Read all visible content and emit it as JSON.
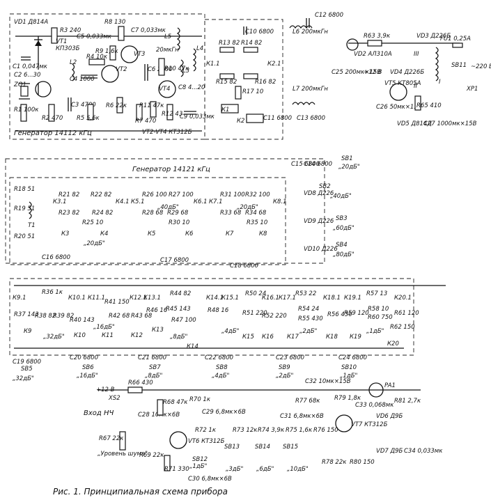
{
  "caption": "Рис. 1. Принципиальная схема прибора",
  "blocks": {
    "gen1": "Генератор 14112 кГц",
    "gen2": "Генератор 14121 кГц"
  },
  "input": {
    "label": "Вход НЧ",
    "connector": "XS2",
    "level_knob": "R67 22к",
    "level_label": "„Уровень шума\""
  },
  "power": {
    "fuse": "FU1 0,25А",
    "switch": "SB11",
    "plug": "XP1",
    "mains": "~220 В",
    "supply": "+12 В"
  },
  "meter": "PA1",
  "attenuator_switches": [
    {
      "id": "SB1",
      "label": "„20дБ\""
    },
    {
      "id": "SB2",
      "label": "„40дБ\""
    },
    {
      "id": "SB3",
      "label": "„60дБ\""
    },
    {
      "id": "SB4",
      "label": "„80дБ\""
    },
    {
      "id": "SB5",
      "label": "„32дБ\""
    },
    {
      "id": "SB6",
      "label": "„16дБ\""
    },
    {
      "id": "SB7",
      "label": "„8дБ\""
    },
    {
      "id": "SB8",
      "label": "„4дБ\""
    },
    {
      "id": "SB9",
      "label": "„2дБ\""
    },
    {
      "id": "SB10",
      "label": "„1дБ\""
    }
  ],
  "labels": {
    "vd1": "VD1 Д814А",
    "r3": "R3 240",
    "vt1": "VT1",
    "vt1type": "КП303Б",
    "c5": "C5 0,033мк",
    "r8": "R8 130",
    "c7": "C7 0,033мк",
    "l5": "L5",
    "l5v": "20мкГн",
    "c1": "C1 0,047мк",
    "c2": "C2 6...30",
    "l2": "L2",
    "r4": "R4 10к",
    "c4": "C4 1000",
    "vt2": "VT2",
    "vt3": "VT3",
    "r9": "R9 1,6к",
    "c6": "C6 2200",
    "r10": "R10 47к",
    "l3": "L3",
    "l4": "L4",
    "c8": "C8 4...20",
    "vt4": "VT4",
    "zq1": "ZQ1",
    "r1": "R1 100к",
    "r2": "R2 470",
    "c3": "C3 4700",
    "r5": "R5 5,6к",
    "r6": "R6 22к",
    "r7": "R7 470",
    "r11": "R11 47к",
    "r12": "R12 43",
    "c9": "C9 0,033мк",
    "vt24": "VT2-VT4 КТ312Б",
    "c10": "C10 6800",
    "l6": "L6 200мкГн",
    "c12": "C12 6800",
    "r13": "R13 82",
    "r14": "R14 82",
    "k11": "К1.1",
    "k21": "К2.1",
    "r15": "R15 82",
    "r16": "R16 82",
    "r17": "R17 10",
    "k1": "К1",
    "k2": "К2",
    "c11": "C11 6800",
    "l7": "L7 200мкГн",
    "c13": "C13 6800",
    "r63": "R63 3,9к",
    "vd3": "VD3 Д226Б",
    "vd2": "VD2 АЛ310А",
    "t3": "III",
    "t2": "II",
    "t1": "I",
    "vd4": "VD4 Д226Б",
    "c25": "C25 200мк×15В",
    "vt5": "VT5 КТ805А",
    "c26": "C26 50мк×15В",
    "r65": "R65 410",
    "vd5": "VD5 Д814Д",
    "c27": "C27 1000мк×15В",
    "c14": "C14 6800",
    "c15": "C15 6800",
    "r18": "R18 51",
    "r19": "R19 51",
    "t1tr": "T1",
    "r20": "R20 51",
    "k31": "К3.1",
    "r21": "R21 82",
    "r22": "R22 82",
    "k41": "К4.1",
    "r23": "R23 82",
    "r24": "R24 82",
    "r25": "R25 10",
    "k3": "К3",
    "k4": "К4",
    "c16": "C16 6800",
    "k51": "К5.1",
    "r26": "R26 100",
    "r27": "R27 100",
    "k61": "К6.1",
    "r28": "R28 68",
    "r29": "R29 68",
    "r30": "R30 10",
    "k5": "К5",
    "k6": "К6",
    "k71": "К7.1",
    "r31": "R31 100",
    "r32": "R32 100",
    "k81": "К8.1",
    "r33": "R33 68",
    "r34": "R34 68",
    "r35": "R35 10",
    "k7": "К7",
    "k8": "К8",
    "vd8": "VD8 Д226",
    "vd9": "VD9 Д226",
    "vd10": "VD10 Д226",
    "c17": "C17 6800",
    "c18": "C18 6800",
    "k91": "К9.1",
    "r36": "R36 1к",
    "k101": "К10.1",
    "r37": "R37 143",
    "r38": "R38 82",
    "r39": "R39 82",
    "r40": "R40 143",
    "k9": "К9",
    "k10": "К10",
    "k111": "К11.1",
    "r41": "R41 150",
    "k121": "К12.1",
    "r42": "R42 68",
    "r43": "R43 68",
    "k11c": "К11",
    "k12c": "К12",
    "k131": "К13.1",
    "r44": "R44 82",
    "k141": "К14.1",
    "r45": "R45 143",
    "r46": "R46 16",
    "r47": "R47 100",
    "r48": "R48 16",
    "k13": "К13",
    "k14": "К14",
    "k151": "К15.1",
    "r50": "R50 24",
    "k161": "К16.1",
    "r51": "R51 220",
    "r52": "R52 220",
    "k15": "К15",
    "k16": "К16",
    "k171": "К17.1",
    "r53": "R53 22",
    "k181": "К18.1",
    "r54": "R54 24",
    "r55": "R55 430",
    "r56": "R56 430",
    "k17": "К17",
    "k18": "К18",
    "k191": "К19.1",
    "r57": "R57 13",
    "k201": "К20.1",
    "r58": "R58 10",
    "r59": "R59 120",
    "r60": "R60 750",
    "r61": "R61 120",
    "r62": "R62 150",
    "k19": "К19",
    "k20": "К20",
    "c19": "C19 6800",
    "c20": "C20 6800",
    "c21": "C21 6800",
    "c22": "C22 6800",
    "c23": "C23 6800",
    "c24": "C24 6800",
    "r66": "R66 430",
    "c32": "C32 10мк×15В",
    "c28": "C28 10мк×6В",
    "r68": "R68 47к",
    "r70": "R70 1к",
    "c29": "C29 6,8мк×6В",
    "r72": "R72 1к",
    "vt6": "VT6 КТ312Б",
    "r73": "R73 12к",
    "r74": "R74 3,9к",
    "r75": "R75 1,6к",
    "r76": "R76 150",
    "c31": "C31 6,8мк×6В",
    "r77": "R77 68к",
    "r79": "R79 1,8к",
    "c33": "C33 0,068мк",
    "r81": "R81 2,7к",
    "vt7": "VT7 КТ312Б",
    "vd6": "VD6 Д9Б",
    "vd7": "VD7 Д9Б",
    "r69": "R69 22к",
    "r71": "R71 330",
    "c30": "C30 6,8мк×6В",
    "sb12": "SB12",
    "sb13": "SB13",
    "sb14": "SB14",
    "sb15": "SB15",
    "sb12v": "„1дБ\"",
    "sb13v": "„3дБ\"",
    "sb14v": "„6дБ\"",
    "sb15v": "„10дБ\"",
    "r78": "R78 22к",
    "r80": "R80 150",
    "c34": "C34 0,033мк"
  }
}
